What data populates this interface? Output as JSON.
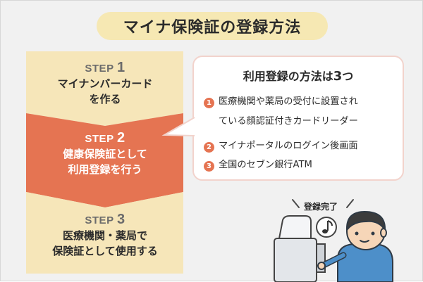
{
  "title": "マイナ保険証の登録方法",
  "steps": [
    {
      "label": "STEP",
      "number": "1",
      "lines": [
        "マイナンバーカード",
        "を作る"
      ]
    },
    {
      "label": "STEP",
      "number": "2",
      "lines": [
        "健康保険証として",
        "利用登録を行う"
      ]
    },
    {
      "label": "STEP",
      "number": "3",
      "lines": [
        "医療機関・薬局で",
        "保険証として使用する"
      ]
    }
  ],
  "bubble": {
    "title_prefix": "利用登録の方法は",
    "title_number": "3",
    "title_suffix": "つ",
    "items": [
      {
        "num": "1",
        "lines": [
          "医療機関や薬局の受付に設置され",
          "ている顔認証付きカードリーダー"
        ]
      },
      {
        "num": "2",
        "lines": [
          "マイナポータルのログイン後画面"
        ]
      },
      {
        "num": "3",
        "lines": [
          "全国のセブン銀行ATM"
        ]
      }
    ]
  },
  "illustration": {
    "caption": "登録完了",
    "note_icon": "music-note-icon"
  },
  "colors": {
    "step_inactive": "#f6e6b9",
    "step_active": "#e57452",
    "accent": "#e57452",
    "title_bg": "#f6e8b3"
  }
}
